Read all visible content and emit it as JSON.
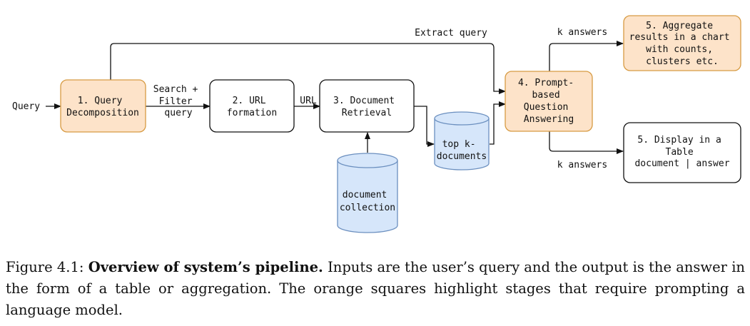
{
  "diagram": {
    "input_label": "Query",
    "nodes": {
      "query_decomposition": [
        "1. Query",
        "Decomposition"
      ],
      "url_formation": [
        "2. URL",
        "formation"
      ],
      "document_retrieval": [
        "3. Document",
        "Retrieval"
      ],
      "prompt_qa": [
        "4. Prompt-",
        "based",
        "Question",
        "Answering"
      ],
      "aggregate": [
        "5. Aggregate",
        "results in a chart",
        "with counts,",
        "clusters etc."
      ],
      "display_table": [
        "5. Display in a",
        "Table",
        "document | answer"
      ],
      "document_collection": [
        "document",
        "collection"
      ],
      "top_k_documents": [
        "top k-",
        "documents"
      ]
    },
    "edge_labels": {
      "search_filter": [
        "Search +",
        "Filter",
        "query"
      ],
      "url": "URL",
      "extract_query": "Extract query",
      "k_answers_top": "k answers",
      "k_answers_bottom": "k answers"
    },
    "colors": {
      "orange_fill": "#fde3c9",
      "orange_stroke": "#d79b43",
      "blue_fill": "#d6e6fa",
      "blue_stroke": "#6b8fbf"
    }
  },
  "caption": {
    "prefix": "Figure 4.1: ",
    "title": "Overview of system’s pipeline.",
    "body": " Inputs are the user’s query and the output is the answer in the form of a table or aggregation. The orange squares highlight stages that require prompting a language model."
  }
}
